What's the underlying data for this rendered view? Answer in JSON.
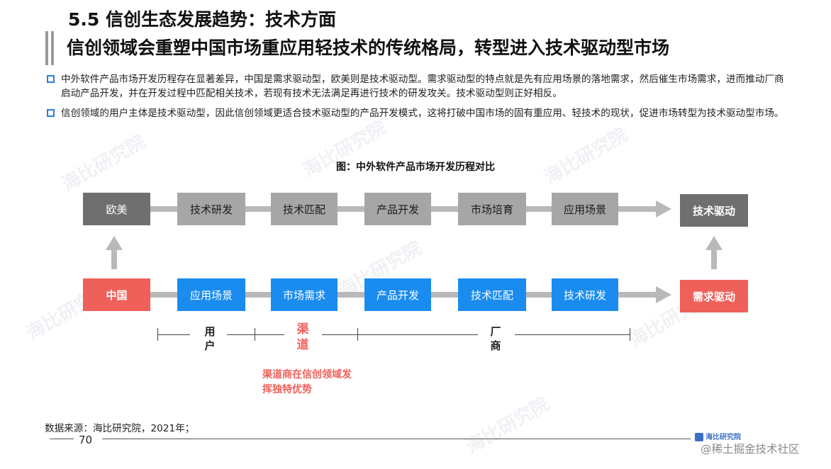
{
  "header": {
    "title_line1": "5.5 信创生态发展趋势：技术方面",
    "title_line2": "信创领域会重塑中国市场重应用轻技术的传统格局，转型进入技术驱动型市场"
  },
  "bullets": [
    "中外软件产品市场开发历程存在显著差异，中国是需求驱动型，欧美则是技术驱动型。需求驱动型的特点就是先有应用场景的落地需求，然后催生市场需求，进而推动厂商启动产品开发，并在开发过程中匹配相关技术，若现有技术无法满足再进行技术的研发攻关。技术驱动型则正好相反。",
    "信创领域的用户主体是技术驱动型，因此信创领域更适合技术驱动型的产品开发模式，这将打破中国市场的固有重应用、轻技术的现状，促进市场转型为技术驱动型市场。"
  ],
  "figure": {
    "title": "图：中外软件产品市场开发历程对比",
    "top_row": {
      "start": "欧美",
      "steps": [
        "技术研发",
        "技术匹配",
        "产品开发",
        "市场培育",
        "应用场景"
      ],
      "end": "技术驱动"
    },
    "bottom_row": {
      "start": "中国",
      "steps": [
        "应用场景",
        "市场需求",
        "产品开发",
        "技术匹配",
        "技术研发"
      ],
      "end": "需求驱动"
    },
    "brackets": {
      "user": [
        "用",
        "户"
      ],
      "channel": [
        "渠",
        "道"
      ],
      "vendor": [
        "厂",
        "商"
      ]
    },
    "note": "渠道商在信创领域发挥独特优势"
  },
  "footer": {
    "source": "数据来源：海比研究院，2021年；",
    "page": "70",
    "logo": "海比研究院",
    "credit": "@稀土掘金技术社区"
  },
  "colors": {
    "dark_gray": "#6f6f6f",
    "light_gray": "#a6a6a6",
    "blue": "#1a8cf0",
    "red": "#f0605a",
    "arrow": "#b9b9b9"
  }
}
